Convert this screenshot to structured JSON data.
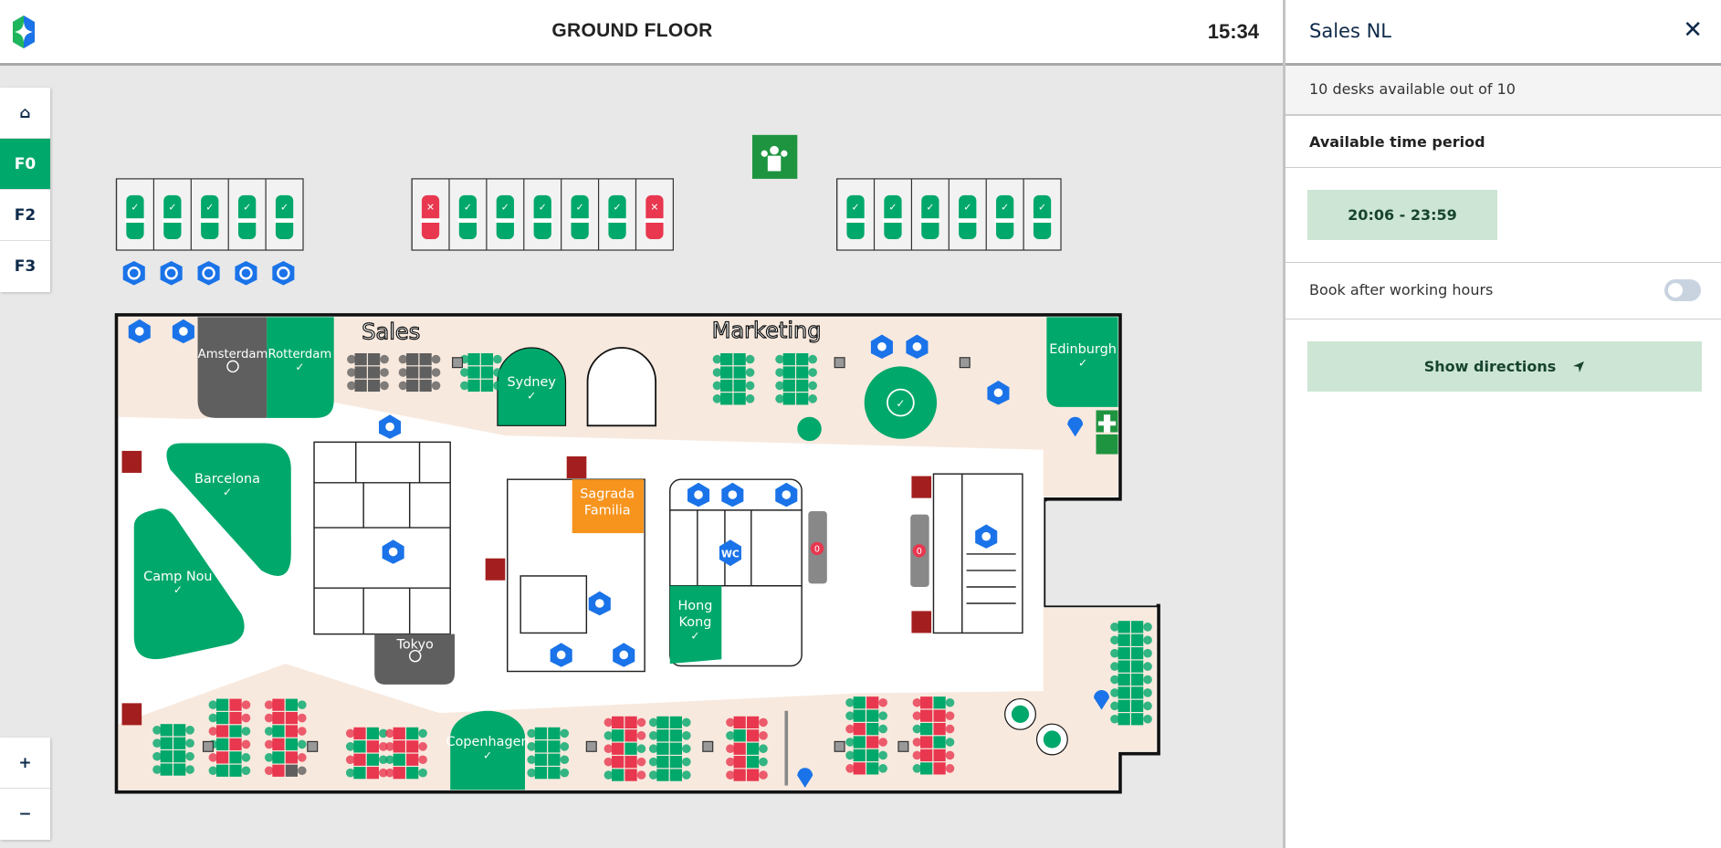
{
  "header": {
    "title": "GROUND FLOOR",
    "time": "15:34"
  },
  "nav": {
    "home_icon": "home-icon",
    "floors": [
      "F0",
      "F2",
      "F3"
    ],
    "active": "F0",
    "zoom_in": "+",
    "zoom_out": "−"
  },
  "map": {
    "zones": [
      "Sales",
      "Marketing"
    ],
    "rooms": {
      "amsterdam": "Amsterdam",
      "rotterdam": "Rotterdam",
      "sydney": "Sydney",
      "barcelona": "Barcelona",
      "camp_nou": "Camp Nou",
      "tokyo": "Tokyo",
      "sagrada_1": "Sagrada",
      "sagrada_2": "Familia",
      "hong_1": "Hong",
      "hong_2": "Kong",
      "edinburgh": "Edinburgh",
      "copenhagen": "Copenhagen"
    },
    "wc": "WC",
    "locker_badges": [
      "0",
      "0"
    ],
    "parking": [
      [
        "available",
        "available",
        "available",
        "available",
        "available"
      ],
      [
        "occupied",
        "available",
        "available",
        "available",
        "available",
        "available",
        "occupied"
      ],
      [
        "available",
        "available",
        "available",
        "available",
        "available",
        "available"
      ]
    ],
    "colors": {
      "available": "#00a86b",
      "occupied": "#e8374f",
      "unavailable": "#5f5f5f",
      "accent": "#00a86b",
      "booked_room": "#f7941d",
      "icon": "#1a73e8",
      "zone": "#f8e9de"
    }
  },
  "panel": {
    "title": "Sales NL",
    "close_icon": "close-icon",
    "availability": "10 desks available out of 10",
    "time_period_label": "Available time period",
    "time_slot": "20:06 - 23:59",
    "after_hours_label": "Book after working hours",
    "after_hours_enabled": false,
    "directions_label": "Show directions"
  }
}
